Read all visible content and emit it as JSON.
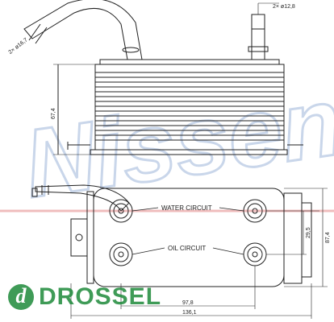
{
  "watermark": {
    "brand": "Nissens",
    "color": "#2a5aa0"
  },
  "top_view": {
    "dim_hose": "2× ø16,7",
    "dim_pipe": "2× ø12,8",
    "dim_height": "67,4"
  },
  "bottom_view": {
    "water_circuit": "WATER CIRCUIT",
    "oil_circuit": "OIL CIRCUIT",
    "dim_width_outer": "136,1",
    "dim_width_inner": "97,8",
    "dim_height_inner": "29,5",
    "dim_height_outer": "87,4"
  },
  "footer_logo": {
    "text": "DROSSEL",
    "mark": "d",
    "color": "#1e8a3a"
  }
}
